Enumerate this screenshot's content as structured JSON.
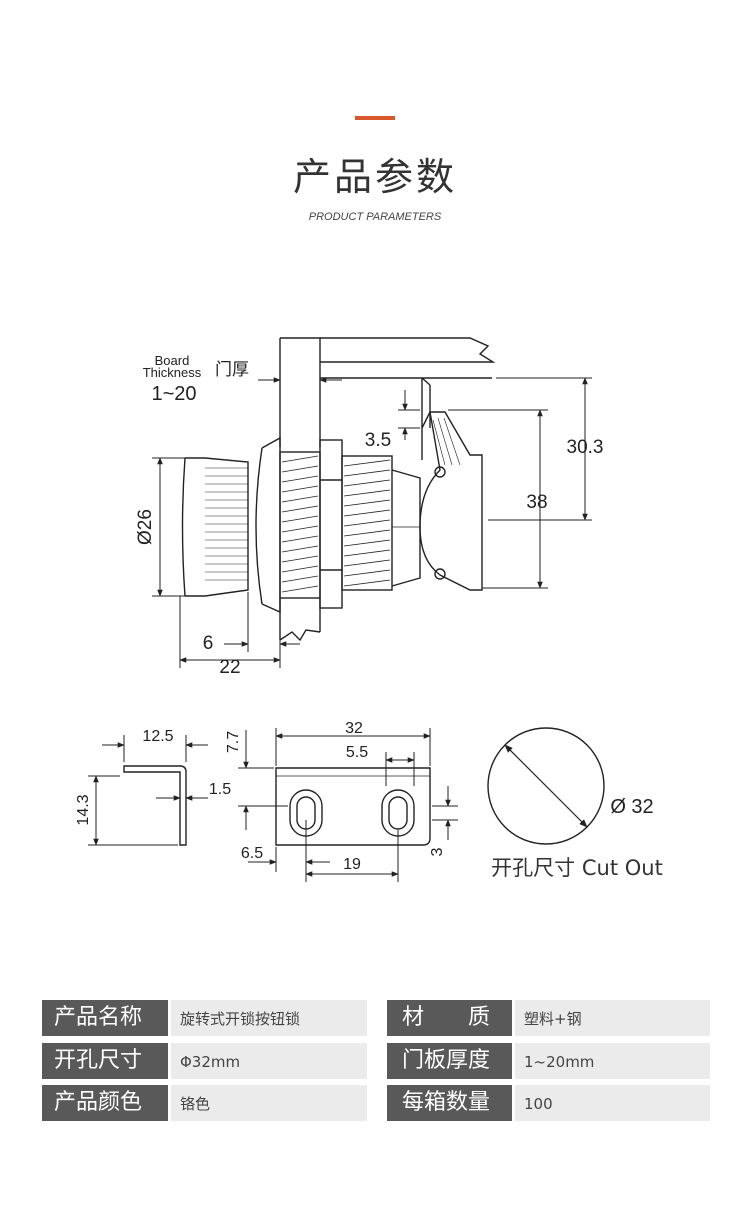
{
  "header": {
    "title": "产品参数",
    "subtitle": "PRODUCT PARAMETERS",
    "accent_color": "#d9582b"
  },
  "diagram": {
    "board_label_en_1": "Board",
    "board_label_en_2": "Thickness",
    "board_label_cn": "门厚",
    "board_range": "1~20",
    "dim_3_5": "3.5",
    "dim_30_3": "30.3",
    "dim_38": "38",
    "dim_26": "Ø26",
    "dim_6": "6",
    "dim_22": "22",
    "cam_12_5": "12.5",
    "cam_14_3": "14.3",
    "cam_1_5": "1.5",
    "cam_7_7": "7.7",
    "cam_32": "32",
    "cam_5_5": "5.5",
    "cam_6_5": "6.5",
    "cam_19": "19",
    "cam_3": "3",
    "cutout_dia": "Ø 32",
    "cutout_caption": "开孔尺寸 Cut Out"
  },
  "specs": [
    {
      "label": "产品名称",
      "value": "旋转式开锁按钮锁",
      "label2": "材　　质",
      "value2": "塑料+钢"
    },
    {
      "label": "开孔尺寸",
      "value": "Φ32mm",
      "label2": "门板厚度",
      "value2": "1~20mm"
    },
    {
      "label": "产品颜色",
      "value": "铬色",
      "label2": "每箱数量",
      "value2": "100"
    }
  ],
  "colors": {
    "label_bg": "#595959",
    "value_bg": "#ebebeb"
  }
}
